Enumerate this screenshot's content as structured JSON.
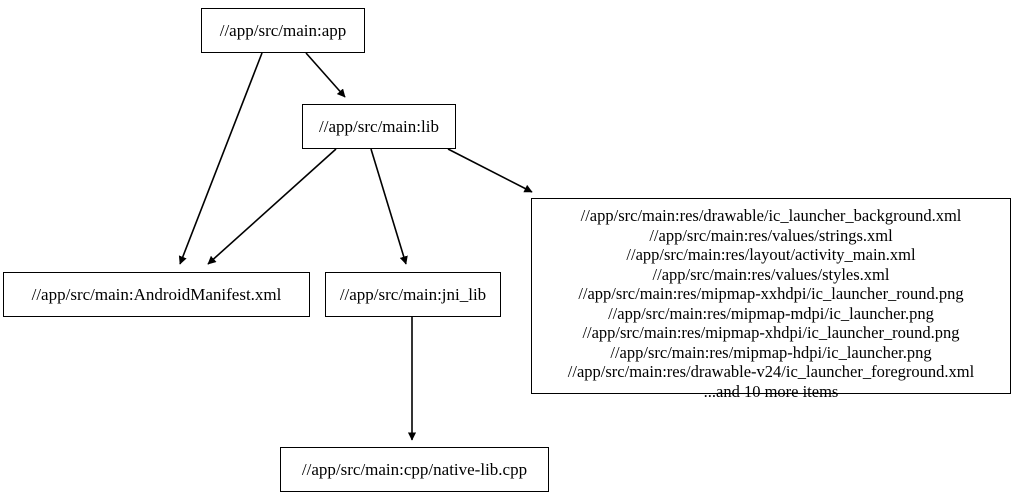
{
  "diagram": {
    "type": "directed-graph",
    "title": "Bazel target dependency graph",
    "background_color": "#ffffff",
    "line_color": "#000000",
    "text_color": "#000000",
    "nodes": [
      {
        "id": "app",
        "label": "//app/src/main:app",
        "shape": "box"
      },
      {
        "id": "lib",
        "label": "//app/src/main:lib",
        "shape": "box"
      },
      {
        "id": "manifest",
        "label": "//app/src/main:AndroidManifest.xml",
        "shape": "box"
      },
      {
        "id": "jni_lib",
        "label": "//app/src/main:jni_lib",
        "shape": "box"
      },
      {
        "id": "native_lib",
        "label": "//app/src/main:cpp/native-lib.cpp",
        "shape": "box"
      },
      {
        "id": "res",
        "shape": "box",
        "lines": [
          "//app/src/main:res/drawable/ic_launcher_background.xml",
          "//app/src/main:res/values/strings.xml",
          "//app/src/main:res/layout/activity_main.xml",
          "//app/src/main:res/values/styles.xml",
          "//app/src/main:res/mipmap-xxhdpi/ic_launcher_round.png",
          "//app/src/main:res/mipmap-mdpi/ic_launcher.png",
          "//app/src/main:res/mipmap-xhdpi/ic_launcher_round.png",
          "//app/src/main:res/mipmap-hdpi/ic_launcher.png",
          "//app/src/main:res/drawable-v24/ic_launcher_foreground.xml",
          "...and 10 more items"
        ],
        "label": "//app/src/main:res/drawable/ic_launcher_background.xml\n//app/src/main:res/values/strings.xml\n//app/src/main:res/layout/activity_main.xml\n//app/src/main:res/values/styles.xml\n//app/src/main:res/mipmap-xxhdpi/ic_launcher_round.png\n//app/src/main:res/mipmap-mdpi/ic_launcher.png\n//app/src/main:res/mipmap-xhdpi/ic_launcher_round.png\n//app/src/main:res/mipmap-hdpi/ic_launcher.png\n//app/src/main:res/drawable-v24/ic_launcher_foreground.xml\n...and 10 more items"
      }
    ],
    "edges": [
      {
        "id": "app-lib",
        "from": "app",
        "to": "lib",
        "arrowhead": "filled-triangle"
      },
      {
        "id": "app-manifest",
        "from": "app",
        "to": "manifest",
        "arrowhead": "filled-triangle"
      },
      {
        "id": "lib-manifest",
        "from": "lib",
        "to": "manifest",
        "arrowhead": "filled-triangle"
      },
      {
        "id": "lib-jni_lib",
        "from": "lib",
        "to": "jni_lib",
        "arrowhead": "filled-triangle"
      },
      {
        "id": "lib-res",
        "from": "lib",
        "to": "res",
        "arrowhead": "filled-triangle"
      },
      {
        "id": "jni_lib-native",
        "from": "jni_lib",
        "to": "native_lib",
        "arrowhead": "filled-triangle"
      }
    ]
  }
}
